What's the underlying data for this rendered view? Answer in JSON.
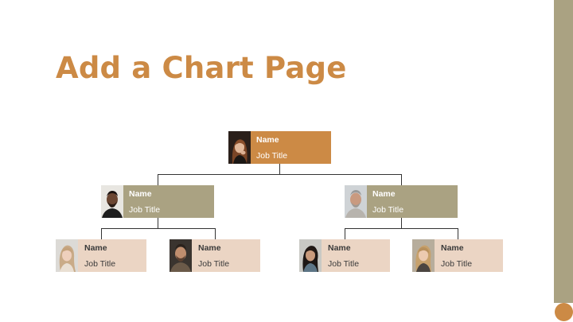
{
  "slide": {
    "title": "Add a Chart Page"
  },
  "colors": {
    "accent": "#cc8a45",
    "secondary": "#aaa282",
    "light": "#ebd5c4",
    "connector": "#333333"
  },
  "org_chart": {
    "root": {
      "name": "Name",
      "job_title": "Job Title"
    },
    "managers": [
      {
        "name": "Name",
        "job_title": "Job Title",
        "reports": [
          {
            "name": "Name",
            "job_title": "Job Title"
          },
          {
            "name": "Name",
            "job_title": "Job Title"
          }
        ]
      },
      {
        "name": "Name",
        "job_title": "Job Title",
        "reports": [
          {
            "name": "Name",
            "job_title": "Job Title"
          },
          {
            "name": "Name",
            "job_title": "Job Title"
          }
        ]
      }
    ]
  }
}
